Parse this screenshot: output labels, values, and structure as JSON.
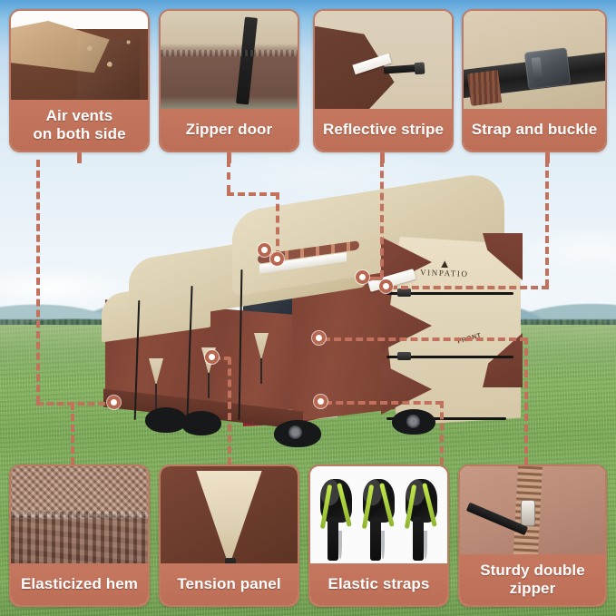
{
  "product": {
    "brand_mark": "▲",
    "brand_name": "VINPATIO",
    "front_tag": "FRONT",
    "type": "RV / travel trailer cover infographic"
  },
  "colors": {
    "label_bar": "#c5775f",
    "panel_border": "#c07a63",
    "callout_line": "#c2715c",
    "callout_dot_ring": "#b9664f",
    "cover_tan": "#e2d6ba",
    "cover_brown": "#7d4335",
    "sky": "#c3dcef",
    "grass": "#84b05f"
  },
  "panels": {
    "top": [
      {
        "label": "Air vents\non both side",
        "photo": "air-vents-closeup",
        "two_line": true
      },
      {
        "label": "Zipper door",
        "photo": "zipper-door-closeup",
        "two_line": false
      },
      {
        "label": "Reflective stripe",
        "photo": "reflective-stripe-closeup",
        "two_line": false
      },
      {
        "label": "Strap and buckle",
        "photo": "strap-buckle-closeup",
        "two_line": false
      }
    ],
    "bottom": [
      {
        "label": "Elasticized hem",
        "photo": "elasticized-hem-closeup",
        "two_line": false
      },
      {
        "label": "Tension panel",
        "photo": "tension-panel-closeup",
        "two_line": false
      },
      {
        "label": "Elastic straps",
        "photo": "elastic-straps-closeup",
        "two_line": false
      },
      {
        "label": "Sturdy double\nzipper",
        "photo": "double-zipper-closeup",
        "two_line": true
      }
    ]
  }
}
